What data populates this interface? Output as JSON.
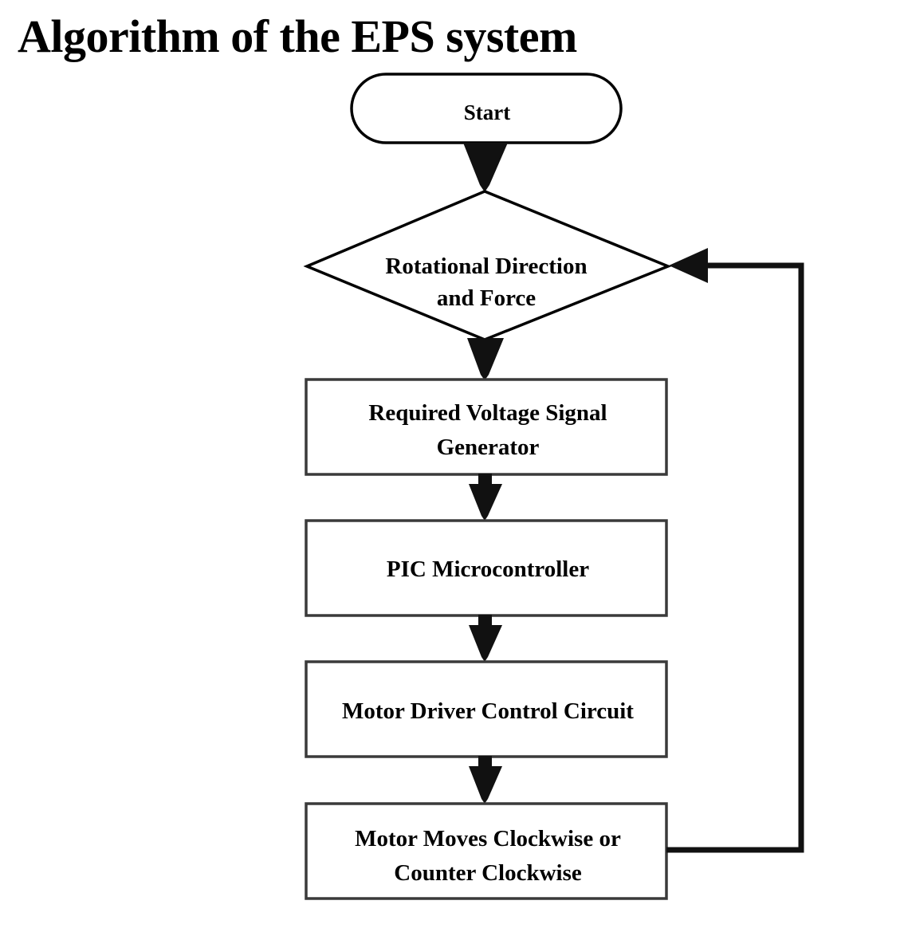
{
  "diagram": {
    "title": "Algorithm of the EPS system",
    "type": "flowchart",
    "background_color": "#ffffff",
    "stroke_color": "#000000",
    "fill_color": "#ffffff",
    "nodes": [
      {
        "id": "start",
        "shape": "stadium",
        "label": "Start"
      },
      {
        "id": "decision",
        "shape": "diamond",
        "label": "Rotational Direction\nand Force"
      },
      {
        "id": "p1",
        "shape": "rectangle",
        "label": "Required Voltage Signal\nGenerator"
      },
      {
        "id": "p2",
        "shape": "rectangle",
        "label": "PIC Microcontroller"
      },
      {
        "id": "p3",
        "shape": "rectangle",
        "label": "Motor Driver Control Circuit"
      },
      {
        "id": "p4",
        "shape": "rectangle",
        "label": "Motor Moves Clockwise or\nCounter Clockwise"
      }
    ],
    "edges": [
      {
        "from": "start",
        "to": "decision",
        "style": "straight-down",
        "label": ""
      },
      {
        "from": "decision",
        "to": "p1",
        "style": "straight-down",
        "label": ""
      },
      {
        "from": "p1",
        "to": "p2",
        "style": "straight-down",
        "label": ""
      },
      {
        "from": "p2",
        "to": "p3",
        "style": "straight-down",
        "label": ""
      },
      {
        "from": "p3",
        "to": "p4",
        "style": "straight-down",
        "label": ""
      },
      {
        "from": "p4",
        "to": "decision",
        "style": "feedback-loop-right",
        "label": ""
      }
    ]
  }
}
